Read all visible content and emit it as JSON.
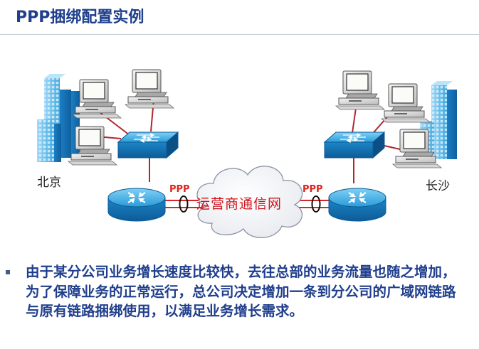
{
  "title": "PPP捆绑配置实例",
  "diagram": {
    "site_left": "北京",
    "site_right": "长沙",
    "cloud_label": "运营商通信网",
    "link_left_label": "PPP",
    "link_right_label": "PPP"
  },
  "body": {
    "bullet_icon": "square-bullet-icon",
    "text": "由于某分公司业务增长速度比较快，去往总部的业务流量也随之增加，为了保障业务的正常运行，总公司决定增加一条到分公司的广域网链路与原有链路捆绑使用，以满足业务增长需求。"
  },
  "colors": {
    "title": "#1f3e8c",
    "body_text": "#1f3e8c",
    "link_red": "#e0241b",
    "device_blue": "#1f8fd0",
    "cloud_text": "#d0151c"
  }
}
